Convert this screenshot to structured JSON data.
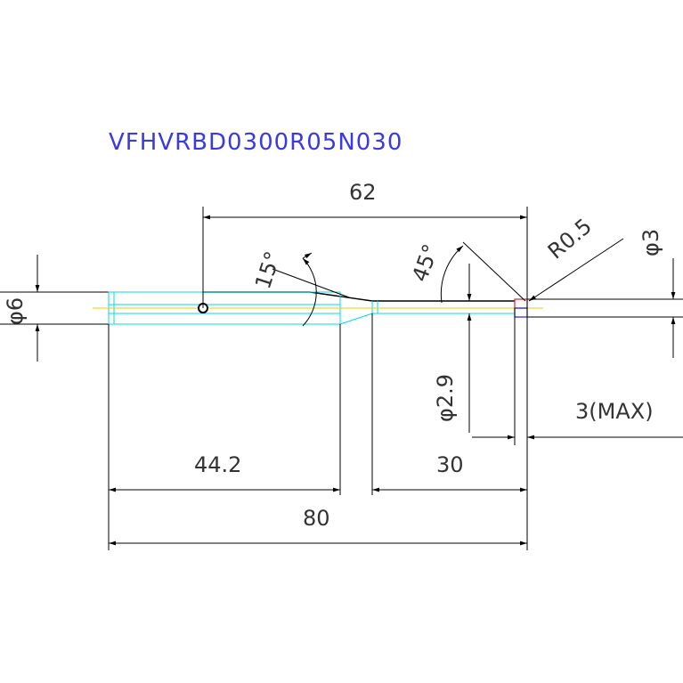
{
  "title": "VFHVRBD0300R05N030",
  "colors": {
    "title": "#3a3ae0",
    "outline": "#000000",
    "hidden": "#00d8e8",
    "axis": "#e6d100",
    "marker_red": "#e02020",
    "marker_blue": "#2020e0"
  },
  "dimensions": {
    "overall_length": "80",
    "shank_length": "44.2",
    "neck_length": "30",
    "shank_dia": "φ6",
    "tip_dia": "φ3",
    "neck_dia": "φ2.9",
    "top_length": "62",
    "flute_max": "3(MAX)",
    "corner_radius": "R0.5",
    "angle_15": "15°",
    "angle_45": "45°"
  }
}
